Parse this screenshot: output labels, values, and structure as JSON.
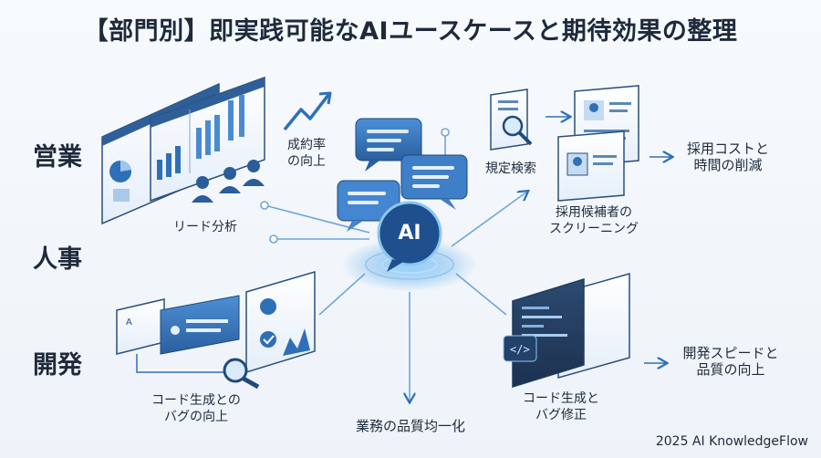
{
  "title": "【部門別】即実践可能なAIユースケースと期待効果の整理",
  "departments": {
    "sales": "営業",
    "hr": "人事",
    "dev": "開発"
  },
  "hub": {
    "label": "AI",
    "icon": "ai-chat-hub-icon"
  },
  "labels": {
    "win_rate": "成約率\nの向上",
    "lead_analysis": "リード分析",
    "policy_search": "規定検索",
    "candidate_screening": "採用候補者の\nスクリーニング",
    "hiring_cost": "採用コストと\n時間の削減",
    "code_bug_left": "コード生成との\nバグの向上",
    "standardization": "業務の品質均一化",
    "code_bug_right": "コード生成と\nバグ修正",
    "dev_speed": "開発スピードと\n品質の向上"
  },
  "credit": "2025 AI KnowledgeFlow",
  "colors": {
    "accent": "#2f6fb8",
    "dark": "#1e2a3b",
    "light": "#dbe8f6"
  }
}
